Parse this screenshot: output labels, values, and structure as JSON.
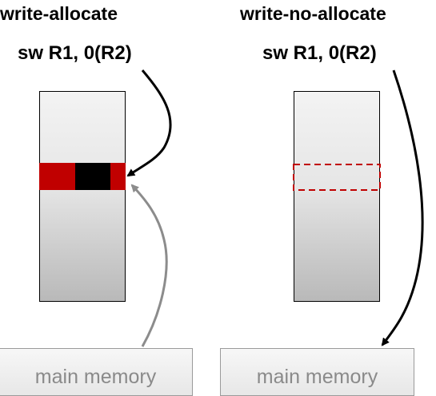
{
  "left_panel": {
    "title": "write-allocate",
    "instruction": "sw R1, 0(R2)",
    "memory_label": "main memory",
    "colors": {
      "line_fill": "#c00000",
      "word_fill": "#000000",
      "write_arrow": "#000000",
      "fill_arrow": "#8c8c8c"
    }
  },
  "right_panel": {
    "title": "write-no-allocate",
    "instruction": "sw R1, 0(R2)",
    "memory_label": "main memory",
    "colors": {
      "line_outline": "#c00000",
      "write_arrow": "#000000"
    }
  }
}
